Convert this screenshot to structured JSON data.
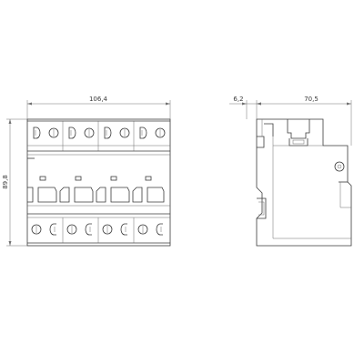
{
  "dimensions": {
    "front_width": "106,4",
    "height": "89,8",
    "side_offset": "6,2",
    "side_depth": "70,5"
  },
  "colors": {
    "line": "#3a3a3a",
    "dimension": "#707070",
    "background": "#ffffff"
  },
  "icons": [
    "terminal-screw-icon",
    "adjustment-screw-icon"
  ]
}
